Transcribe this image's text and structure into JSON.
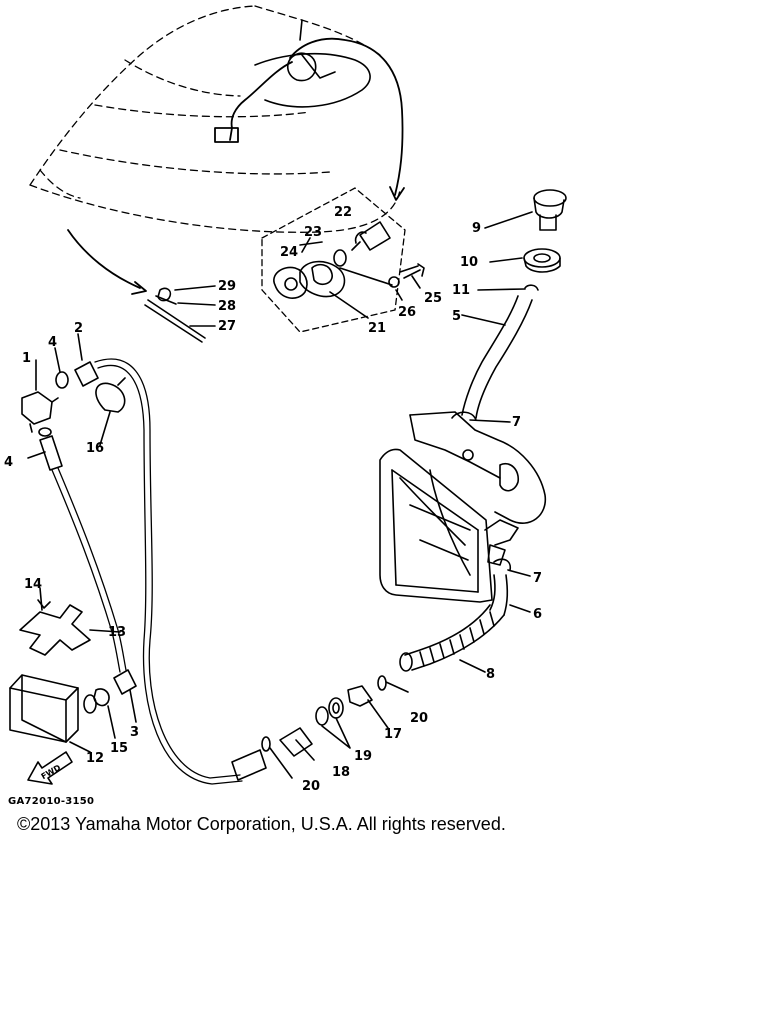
{
  "diagram": {
    "callouts": [
      "1",
      "2",
      "3",
      "4",
      "4",
      "5",
      "6",
      "7",
      "7",
      "8",
      "9",
      "10",
      "11",
      "12",
      "13",
      "14",
      "15",
      "16",
      "17",
      "18",
      "19",
      "20",
      "20",
      "21",
      "22",
      "23",
      "24",
      "25",
      "26",
      "27",
      "28",
      "29"
    ],
    "fwd_label": "FWD",
    "drawing_id": "GA72010-3150",
    "copyright": "©2013 Yamaha Motor Corporation, U.S.A. All rights reserved."
  }
}
